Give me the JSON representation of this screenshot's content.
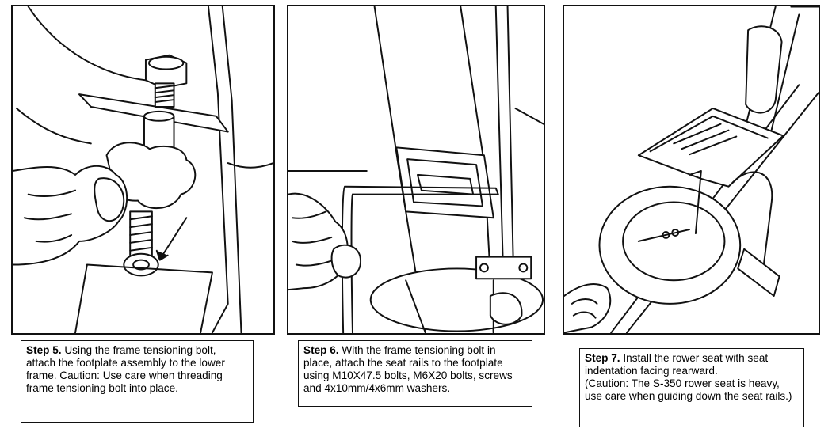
{
  "steps": [
    {
      "label": "Step 5.",
      "text": "Using the frame tensioning bolt, attach the footplate assembly to the lower frame.  Caution:  Use care when threading frame tensioning bolt into place.",
      "illustration": "hand-threading-frame-tensioning-bolt"
    },
    {
      "label": "Step 6.",
      "text": "With the frame tensioning bolt in place, attach the seat rails to the footplate using M10X47.5 bolts, M6X20 bolts, screws and 4x10mm/4x6mm washers.",
      "illustration": "hand-installing-seat-rails"
    },
    {
      "label": "Step 7.",
      "text": "Install the rower seat with seat indentation facing rearward.",
      "note": "(Caution:  The S-350 rower seat is heavy, use care when guiding down the seat rails.)",
      "illustration": "rower-seat-on-rails"
    }
  ]
}
